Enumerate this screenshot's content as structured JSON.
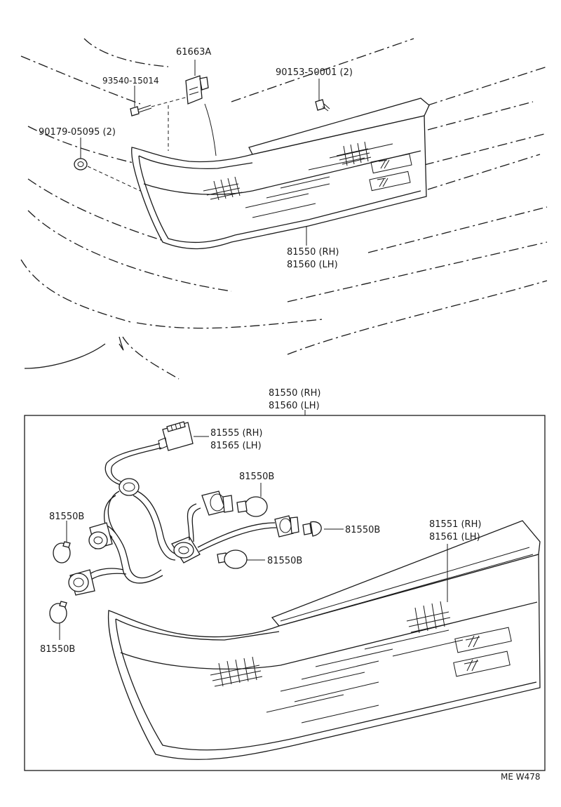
{
  "labels": {
    "clip": "61663A",
    "screw_top": "93540-15014",
    "screw_right": "90153-50001 (2)",
    "nut": "90179-05095 (2)",
    "lamp_top_rh": "81550 (RH)",
    "lamp_top_lh": "81560 (LH)",
    "box_rh": "81550 (RH)",
    "box_lh": "81560 (LH)",
    "socket_rh": "81555 (RH)",
    "socket_lh": "81565 (LH)",
    "bulb_a": "81550B",
    "bulb_b": "81550B",
    "bulb_c": "81550B",
    "bulb_d": "81550B",
    "bulb_e": "81550B",
    "lens_rh": "81551 (RH)",
    "lens_lh": "81561 (LH)"
  },
  "footer": {
    "code": "ME W478"
  }
}
